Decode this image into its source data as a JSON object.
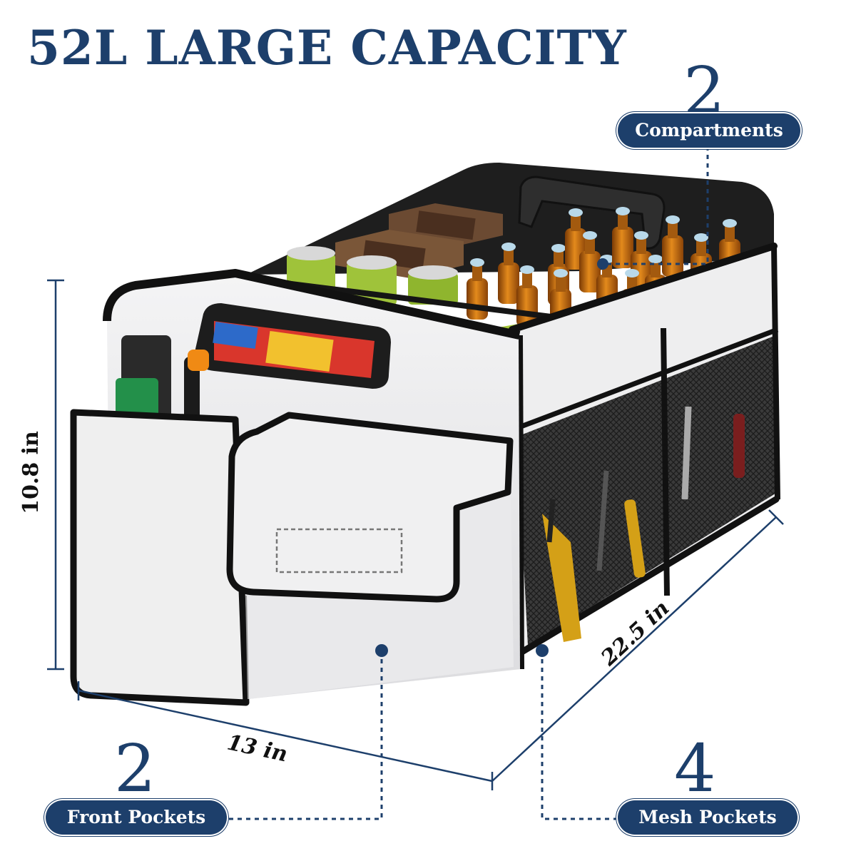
{
  "headline": "52L LARGE CAPACITY",
  "callouts": {
    "compartments": {
      "number": "2",
      "label": "Compartments"
    },
    "front_pockets": {
      "number": "2",
      "label": "Front Pockets"
    },
    "mesh_pockets": {
      "number": "4",
      "label": "Mesh Pockets"
    }
  },
  "dimensions": {
    "height": "10.8 in",
    "width": "13 in",
    "length": "22.5 in"
  },
  "colors": {
    "brand_navy": "#1d3f6b",
    "body_white": "#eeeeef",
    "trim_black": "#1a1a1a",
    "mesh_black": "#2b2b2b"
  }
}
